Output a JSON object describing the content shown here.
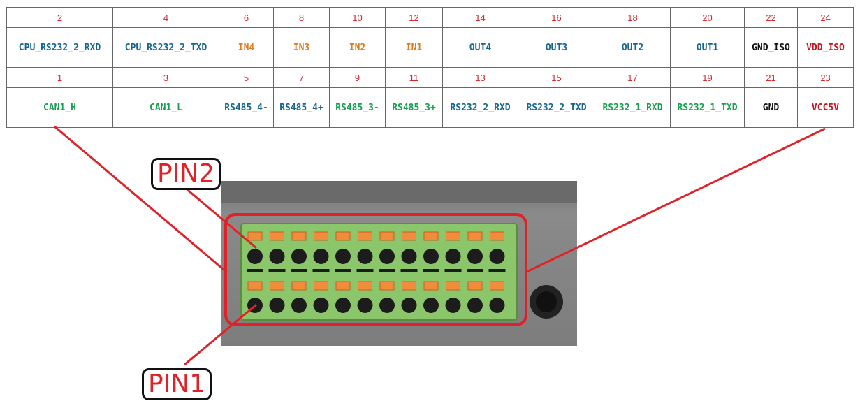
{
  "top_row_numbers": [
    "2",
    "4",
    "6",
    "8",
    "10",
    "12",
    "14",
    "16",
    "18",
    "20",
    "22",
    "24"
  ],
  "top_row_signals": [
    {
      "text": "CPU_RS232_2_RXD",
      "color": "blue"
    },
    {
      "text": "CPU_RS232_2_TXD",
      "color": "blue"
    },
    {
      "text": "IN4",
      "color": "orange"
    },
    {
      "text": "IN3",
      "color": "orange"
    },
    {
      "text": "IN2",
      "color": "orange"
    },
    {
      "text": "IN1",
      "color": "orange"
    },
    {
      "text": "OUT4",
      "color": "blue"
    },
    {
      "text": "OUT3",
      "color": "blue"
    },
    {
      "text": "OUT2",
      "color": "blue"
    },
    {
      "text": "OUT1",
      "color": "blue"
    },
    {
      "text": "GND_ISO",
      "color": "black"
    },
    {
      "text": "VDD_ISO",
      "color": "red"
    }
  ],
  "bottom_row_numbers": [
    "1",
    "3",
    "5",
    "7",
    "9",
    "11",
    "13",
    "15",
    "17",
    "19",
    "21",
    "23"
  ],
  "bottom_row_signals": [
    {
      "text": "CAN1_H",
      "color": "green"
    },
    {
      "text": "CAN1_L",
      "color": "green"
    },
    {
      "text": "RS485_4-",
      "color": "blue"
    },
    {
      "text": "RS485_4+",
      "color": "blue"
    },
    {
      "text": "RS485_3-",
      "color": "green"
    },
    {
      "text": "RS485_3+",
      "color": "green"
    },
    {
      "text": "RS232_2_RXD",
      "color": "blue"
    },
    {
      "text": "RS232_2_TXD",
      "color": "blue"
    },
    {
      "text": "RS232_1_RXD",
      "color": "green"
    },
    {
      "text": "RS232_1_TXD",
      "color": "green"
    },
    {
      "text": "GND",
      "color": "black"
    },
    {
      "text": "VCC5V",
      "color": "red"
    }
  ],
  "labels": {
    "pin2": "PIN2",
    "pin1": "PIN1"
  },
  "colors": {
    "blue": "#15668f",
    "orange": "#e07a1a",
    "green": "#14a04e",
    "black": "#111111",
    "red": "#d0101c",
    "highlight": "#e02228",
    "terminal": "#8cc66a"
  }
}
